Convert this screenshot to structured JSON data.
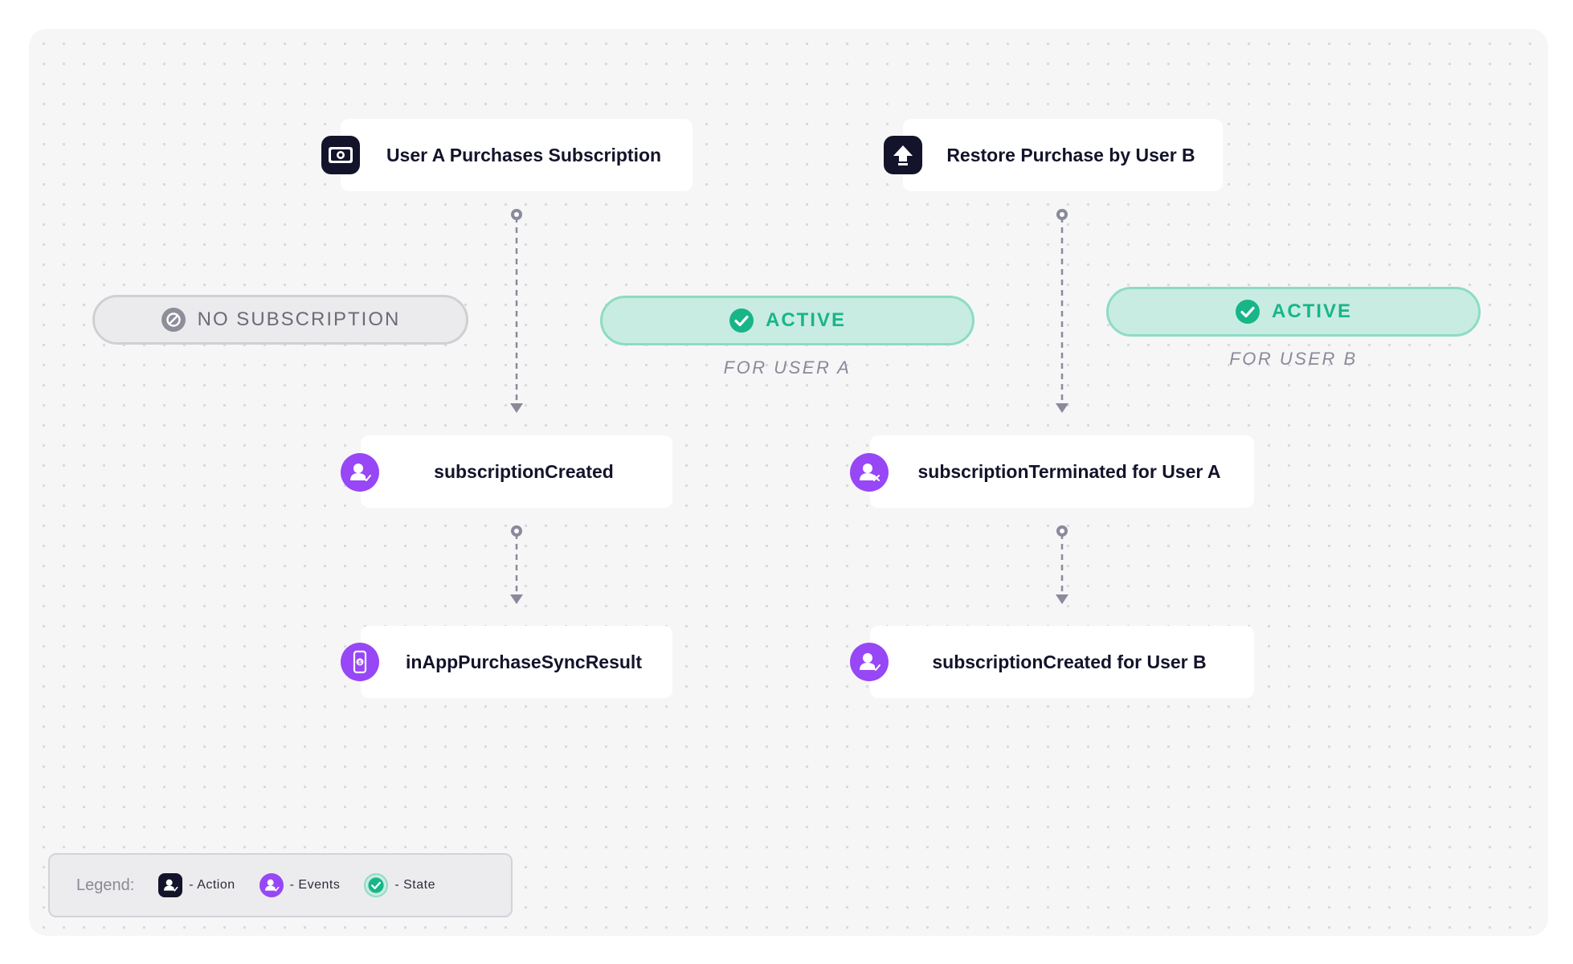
{
  "nodes": {
    "purchase": "User A Purchases Subscription",
    "restore": "Restore Purchase by User B",
    "created": "subscriptionCreated",
    "terminated": "subscriptionTerminated for User A",
    "sync": "inAppPurchaseSyncResult",
    "created_b": "subscriptionCreated for User B"
  },
  "states": {
    "none": "NO SUBSCRIPTION",
    "active_a": "ACTIVE",
    "active_a_sub": "FOR USER A",
    "active_b": "ACTIVE",
    "active_b_sub": "FOR USER B"
  },
  "legend": {
    "title": "Legend:",
    "action": "- Action",
    "events": "- Events",
    "state": "- State"
  },
  "colors": {
    "action": "#13132b",
    "event": "#9747f5",
    "state_fill": "#c8ece1",
    "state_text": "#18b589",
    "connector": "#8a8a9c"
  }
}
